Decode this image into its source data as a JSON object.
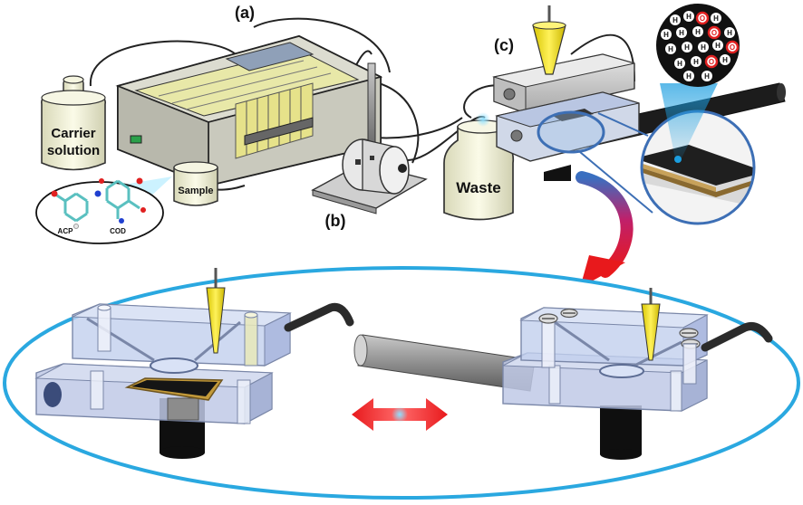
{
  "labels": {
    "a": "(a)",
    "b": "(b)",
    "c": "(c)",
    "carrier_line1": "Carrier",
    "carrier_line2": "solution",
    "sample": "Sample",
    "waste": "Waste",
    "acp": "ACP",
    "cod": "COD",
    "h_atom": "H",
    "o_atom": "O"
  },
  "colors": {
    "ellipse_border": "#2aa8e0",
    "arrow_red": "#e8191c",
    "cell_blue": "#a9c3ea",
    "pump_yellow": "#e8e6a6",
    "electrode_yellow": "#f3e11b",
    "ring_blue": "#3d6fb5"
  }
}
